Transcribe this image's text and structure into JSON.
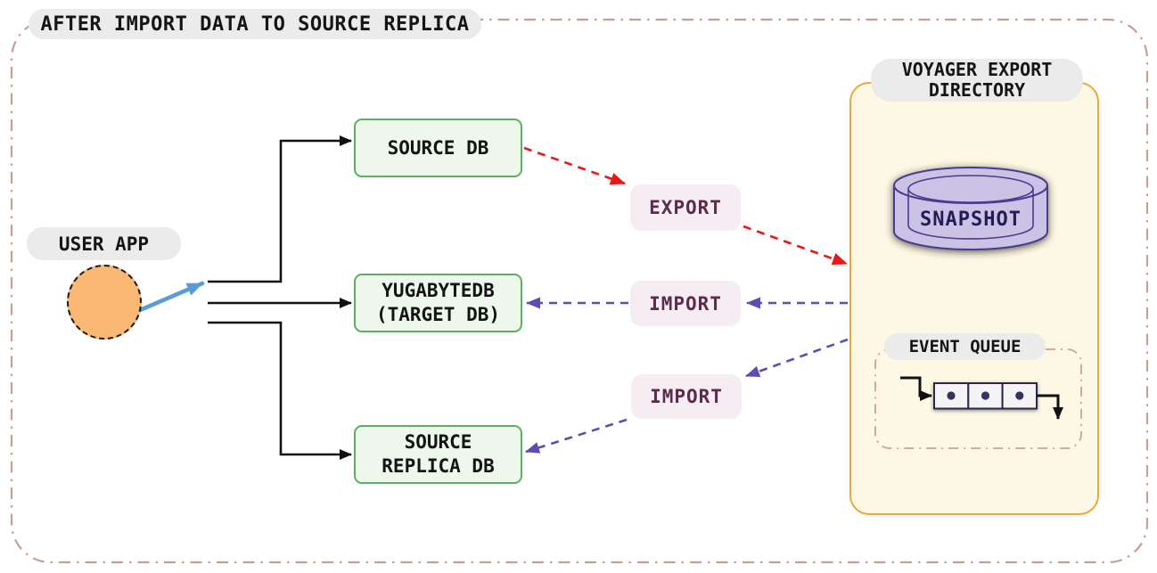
{
  "diagram": {
    "title": "AFTER IMPORT DATA TO SOURCE REPLICA",
    "user_app": {
      "label": "USER APP"
    },
    "databases": {
      "source_db": {
        "label": "SOURCE DB"
      },
      "target_db": {
        "label_line1": "YUGABYTEDB",
        "label_line2": "(TARGET DB)"
      },
      "source_replica_db": {
        "label_line1": "SOURCE",
        "label_line2": "REPLICA DB"
      }
    },
    "operations": {
      "export": {
        "label": "EXPORT"
      },
      "import_to_target": {
        "label": "IMPORT"
      },
      "import_to_replica": {
        "label": "IMPORT"
      }
    },
    "voyager_export_directory": {
      "title_line1": "VOYAGER EXPORT",
      "title_line2": "DIRECTORY",
      "snapshot": {
        "label": "SNAPSHOT"
      },
      "event_queue": {
        "label": "EVENT QUEUE"
      }
    },
    "icons": {
      "user_app": "user-app-circle-icon",
      "snapshot": "database-cylinder-icon",
      "event_queue": "queue-flow-icon"
    },
    "colors": {
      "outer_border": "#c3a091",
      "label_pill_bg": "#ebebeb",
      "db_box_fill": "#edf7eb",
      "db_box_border": "#5aaf61",
      "operation_pill_fill": "#f6edf3",
      "operation_text": "#5c2c4c",
      "export_arrow": "#ee1515",
      "import_arrow": "#5a4fb0",
      "app_arrow": "#5b9bd5",
      "voyager_panel_fill": "#fdf8e3",
      "voyager_panel_border": "#e9a83a",
      "cylinder_fill": "#cbc3e6",
      "cylinder_stroke": "#4b3b8f",
      "user_app_fill": "#f9b873",
      "connector_black": "#111111"
    }
  }
}
